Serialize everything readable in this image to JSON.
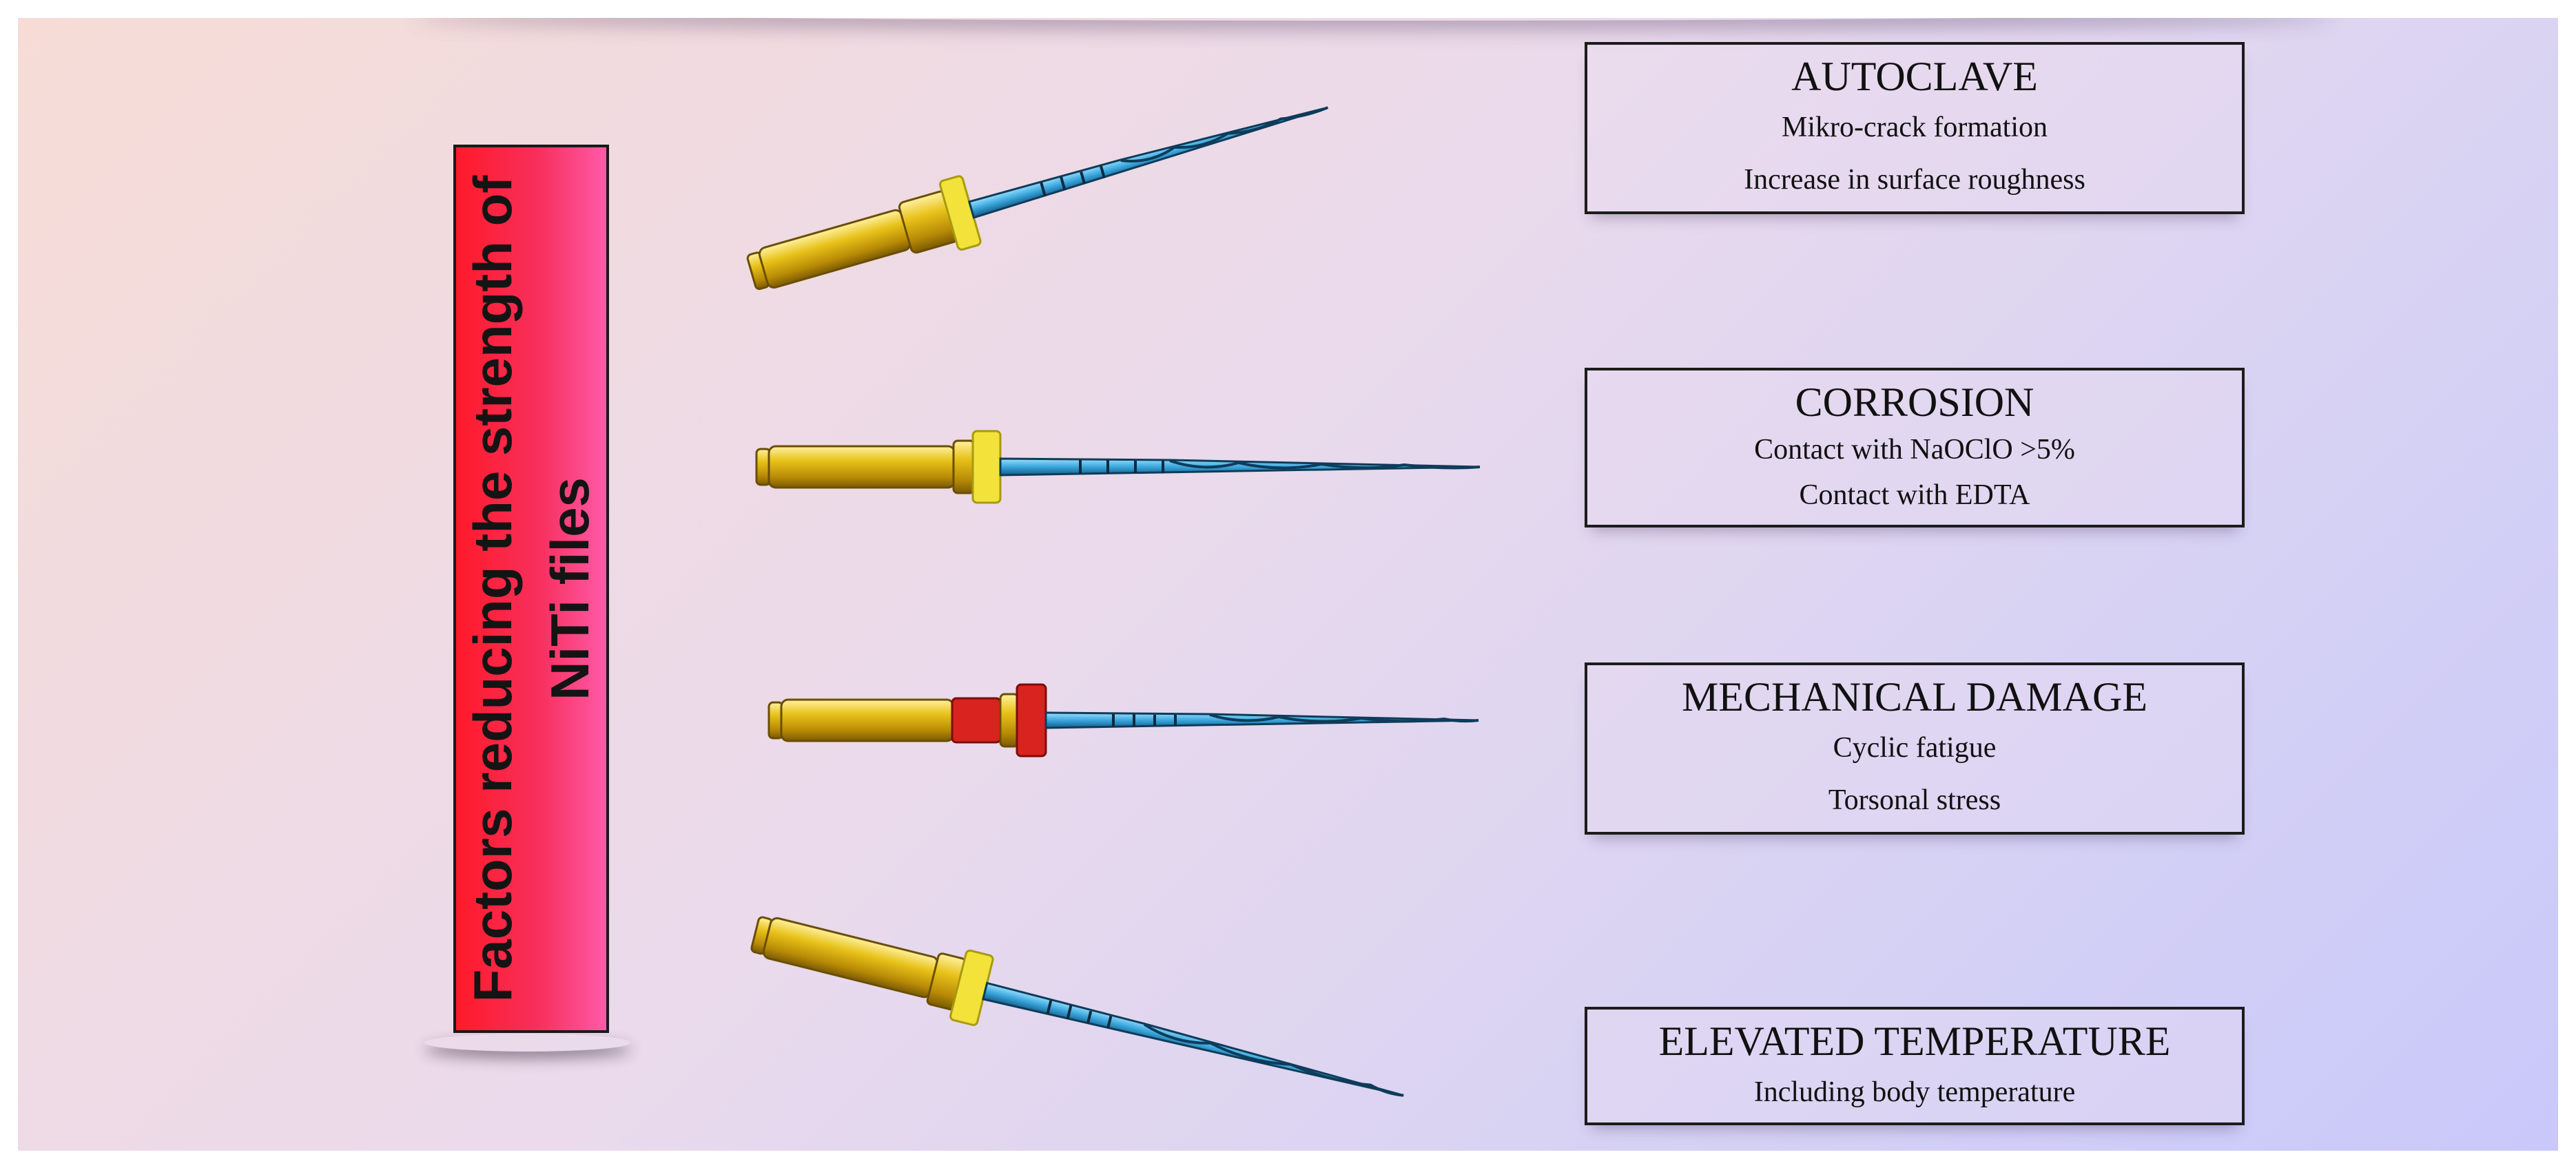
{
  "side_label": {
    "line1": "Factors reducing the strength of",
    "line2": "NiTi files"
  },
  "factors": [
    {
      "title": "AUTOCLAVE",
      "lines": [
        "Mikro-crack formation",
        "Increase in surface roughness"
      ],
      "stopper_color": "#f2e23a"
    },
    {
      "title": "CORROSION",
      "lines": [
        "Contact with NaOClO >5%",
        "Contact with EDTA"
      ],
      "stopper_color": "#f2e23a"
    },
    {
      "title": "MECHANICAL DAMAGE",
      "lines": [
        "Cyclic fatigue",
        "Torsonal stress"
      ],
      "stopper_color": "#d8231e"
    },
    {
      "title": "ELEVATED TEMPERATURE",
      "lines": [
        "Including body temperature"
      ],
      "stopper_color": "#f2e23a"
    }
  ],
  "colors": {
    "label_red": "#ff1a2a",
    "label_pink": "#ff5aa8",
    "handle_gold": "#e8c21a",
    "shaft_blue": "#3aa6dc"
  }
}
